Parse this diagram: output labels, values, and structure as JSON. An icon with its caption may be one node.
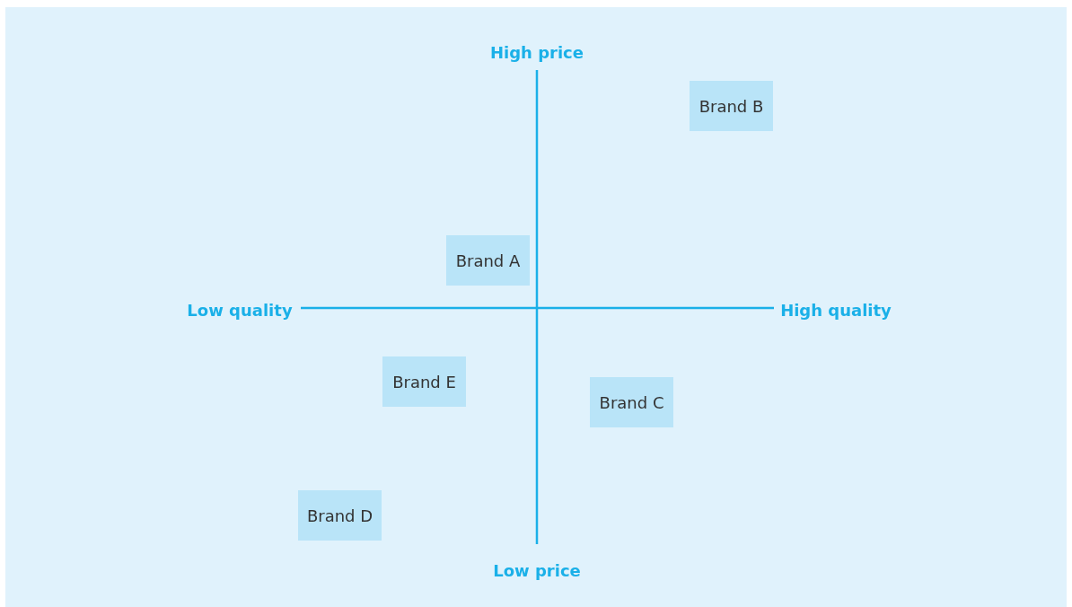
{
  "diagram": {
    "nodes": [
      {
        "text": [
          "Brand B"
        ]
      },
      {
        "text": [
          "Brand A"
        ]
      },
      {
        "text": [
          "Brand E"
        ]
      },
      {
        "text": [
          "Brand C"
        ]
      },
      {
        "text": [
          "Brand D"
        ]
      }
    ],
    "labels": [
      "High price",
      "Low quality",
      "High quality",
      "Low price"
    ]
  }
}
